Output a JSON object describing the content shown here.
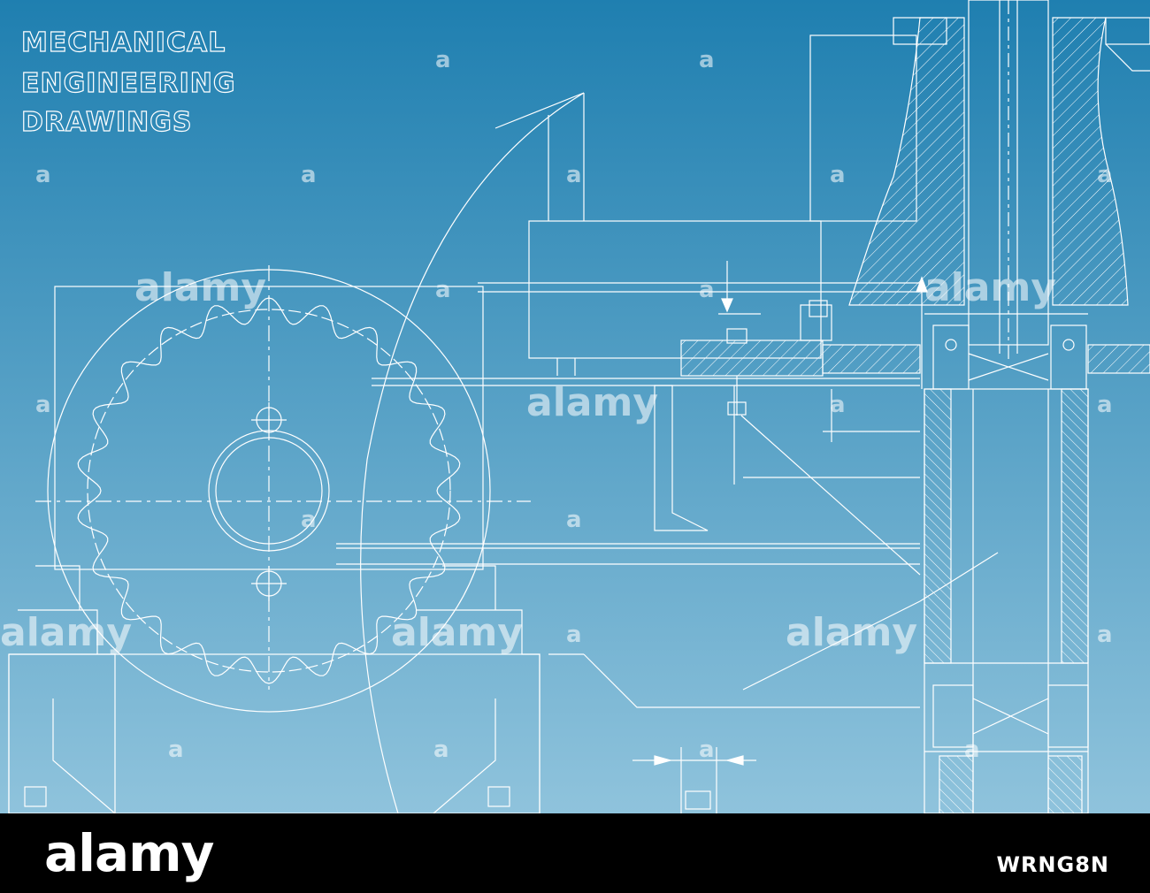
{
  "colors": {
    "background_top": "#1f7fb0",
    "background_bottom": "#8fc3dc",
    "line": "#ffffff",
    "footer": "#000000"
  },
  "title": {
    "line1": "MECHANICAL",
    "line2": "ENGINEERING",
    "line3": "DRAWINGS"
  },
  "watermark": {
    "text": "alamy",
    "glyph": "a"
  },
  "footer": {
    "logo": "alamy",
    "image_id": "WRNG8N"
  },
  "icons": {
    "gear": "sprocket-gear-icon",
    "shaft": "shaft-section-icon",
    "bearing": "bearing-icon"
  }
}
